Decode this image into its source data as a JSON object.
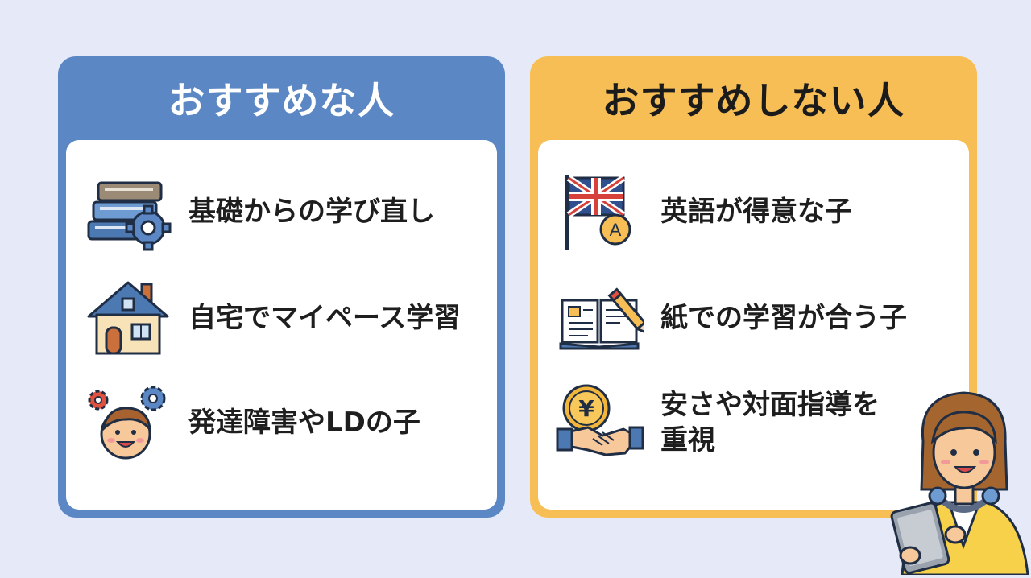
{
  "left_panel": {
    "title": "おすすめな人",
    "items": [
      {
        "label": "基礎からの学び直し",
        "icon": "books-gear-icon"
      },
      {
        "label": "自宅でマイペース学習",
        "icon": "house-icon"
      },
      {
        "label": "発達障害やLDの子",
        "icon": "child-face-gears-icon"
      }
    ]
  },
  "right_panel": {
    "title": "おすすめしない人",
    "items": [
      {
        "label": "英語が得意な子",
        "icon": "uk-flag-icon"
      },
      {
        "label": "紙での学習が合う子",
        "icon": "open-book-pencil-icon"
      },
      {
        "label_lines": [
          "安さや対面指導を",
          "重視"
        ],
        "icon": "yen-coin-handshake-icon"
      }
    ]
  },
  "colors": {
    "background": "#e6eaf8",
    "left_accent": "#5b87c4",
    "right_accent": "#f6be55",
    "text": "#1e1e1e"
  },
  "illustration": "woman-with-tablet"
}
